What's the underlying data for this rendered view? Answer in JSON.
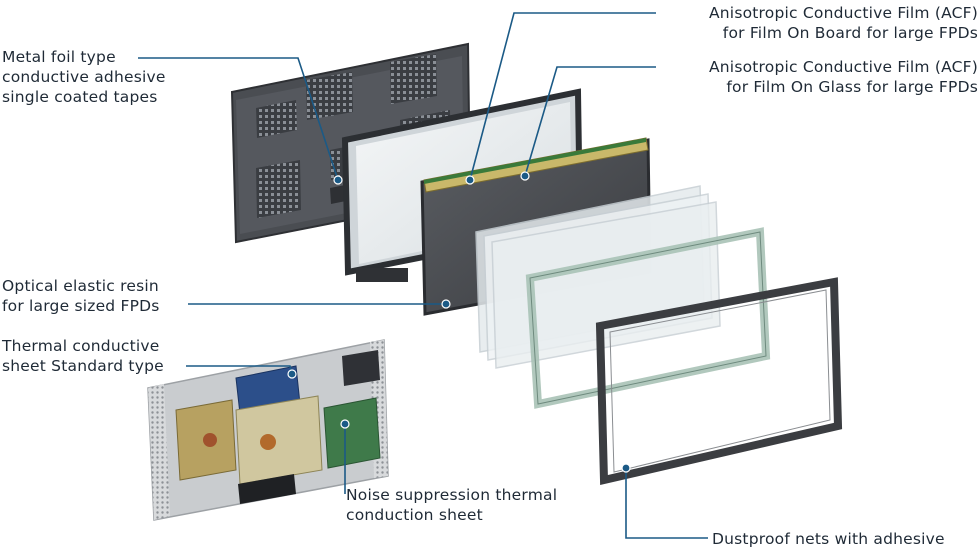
{
  "callouts": {
    "metal_foil": "Metal foil type\nconductive adhesive\nsingle coated tapes",
    "acf_board": "Anisotropic Conductive Film (ACF)\nfor Film On Board for large FPDs",
    "acf_glass": "Anisotropic Conductive Film (ACF)\nfor Film On Glass for large FPDs",
    "optical_resin": "Optical elastic resin\nfor large sized FPDs",
    "thermal_sheet": "Thermal conductive\nsheet Standard type",
    "noise_sheet": "Noise suppression thermal\nconduction sheet",
    "dustproof": "Dustproof nets with adhesive"
  },
  "colors": {
    "leader_line": "#1b5a86",
    "text": "#1f2a36"
  }
}
